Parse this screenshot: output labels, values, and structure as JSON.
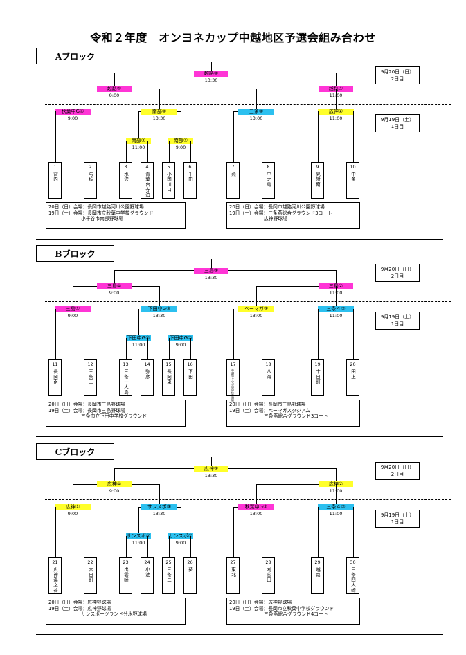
{
  "title": "令和２年度　オンヨネカップ中越地区予選会組み合わせ",
  "blocks": [
    {
      "label": "Aブロック",
      "dates": {
        "day2": {
          "date": "9月20日（日）",
          "round": "2日目"
        },
        "day1": {
          "date": "9月19日（土）",
          "round": "1日目"
        }
      },
      "final": {
        "label": "越路③",
        "time": "13:30"
      },
      "semi": [
        {
          "label": "越路①",
          "time": "9:00"
        },
        {
          "label": "越路②",
          "time": "11:00"
        }
      ],
      "quarter": [
        {
          "label": "秋葉中G①",
          "time": "9:00"
        },
        {
          "label": "南部③",
          "time": "13:30"
        },
        {
          "label": "三条③",
          "time": "13:00"
        },
        {
          "label": "広神②",
          "time": "11:00"
        }
      ],
      "first": [
        {
          "label": "南部②",
          "time": "11:00"
        },
        {
          "label": "南部①",
          "time": "9:00"
        }
      ],
      "teams": [
        {
          "num": "1",
          "name": "宮内"
        },
        {
          "num": "2",
          "name": "与板"
        },
        {
          "num": "3",
          "name": "水沢"
        },
        {
          "num": "4",
          "name": "青葉台寺泊"
        },
        {
          "num": "5",
          "name": "小国川口"
        },
        {
          "num": "6",
          "name": "千田"
        },
        {
          "num": "7",
          "name": "燕"
        },
        {
          "num": "8",
          "name": "中之島"
        },
        {
          "num": "9",
          "name": "見附南"
        },
        {
          "num": "10",
          "name": "中条"
        }
      ],
      "venues": [
        [
          "20日（日）会場：長岡市越路河川公園野球場",
          "19日（土）会場：長岡市立秋葉中学校グラウンド",
          "小千谷市南部野球場"
        ],
        [
          "20日（日）会場：長岡市越路河川公園野球場",
          "19日（土）会場：三条燕総合グラウンド3コート",
          "広神野球場"
        ]
      ]
    },
    {
      "label": "Bブロック",
      "dates": {
        "day2": {
          "date": "9月20日（日）",
          "round": "2日目"
        },
        "day1": {
          "date": "9月19日（土）",
          "round": "1日目"
        }
      },
      "final": {
        "label": "三島③",
        "time": "13:30"
      },
      "semi": [
        {
          "label": "三島①",
          "time": "9:00"
        },
        {
          "label": "三島②",
          "time": "11:00"
        }
      ],
      "quarter": [
        {
          "label": "三島①",
          "time": "9:00"
        },
        {
          "label": "下田中G③",
          "time": "13:30"
        },
        {
          "label": "ベーマガ③",
          "time": "13:00"
        },
        {
          "label": "三条４②",
          "time": "11:00"
        }
      ],
      "first": [
        {
          "label": "下田中G②",
          "time": "11:00"
        },
        {
          "label": "下田中G①",
          "time": "9:00"
        }
      ],
      "teams": [
        {
          "num": "11",
          "name": "長岡南"
        },
        {
          "num": "12",
          "name": "三条三"
        },
        {
          "num": "13",
          "name": "三条一大島"
        },
        {
          "num": "14",
          "name": "弥彦"
        },
        {
          "num": "15",
          "name": "長岡東"
        },
        {
          "num": "16",
          "name": "下田"
        },
        {
          "num": "17",
          "name": "中越浜ヶ小ポの中体育連合",
          "small": true
        },
        {
          "num": "18",
          "name": "八海"
        },
        {
          "num": "19",
          "name": "十日町"
        },
        {
          "num": "20",
          "name": "田上"
        }
      ],
      "venues": [
        [
          "20日（日）会場：長岡市三島野球場",
          "19日（土）会場：長岡市三島野球場",
          "三条市立下田中学校グラウンド"
        ],
        [
          "20日（日）会場：長岡市三島野球場",
          "19日（土）会場：ベーマガスタジアム",
          "三条燕総合グラウンド3コート"
        ]
      ]
    },
    {
      "label": "Cブロック",
      "dates": {
        "day2": {
          "date": "9月20日（日）",
          "round": "2日目"
        },
        "day1": {
          "date": "9月19日（土）",
          "round": "1日目"
        }
      },
      "final": {
        "label": "広神③",
        "time": "13:30"
      },
      "semi": [
        {
          "label": "広神①",
          "time": "9:00"
        },
        {
          "label": "広神②",
          "time": "11:00"
        }
      ],
      "quarter": [
        {
          "label": "広神①",
          "time": "9:00"
        },
        {
          "label": "サンスポ③",
          "time": "13:30"
        },
        {
          "label": "秋葉中G②",
          "time": "13:00"
        },
        {
          "label": "三条４②",
          "time": "11:00"
        }
      ],
      "first": [
        {
          "label": "サンスポ②",
          "time": "11:00"
        },
        {
          "label": "サンスポ①",
          "time": "9:00"
        }
      ],
      "teams": [
        {
          "num": "21",
          "name": "広神湯之谷"
        },
        {
          "num": "22",
          "name": "六日町"
        },
        {
          "num": "23",
          "name": "出雲崎"
        },
        {
          "num": "24",
          "name": "小池"
        },
        {
          "num": "25",
          "name": "三条二"
        },
        {
          "num": "26",
          "name": "葵"
        },
        {
          "num": "27",
          "name": "東北"
        },
        {
          "num": "28",
          "name": "刈谷田"
        },
        {
          "num": "29",
          "name": "越路"
        },
        {
          "num": "30",
          "name": "三条四大崎"
        }
      ],
      "venues": [
        [
          "20日（日）会場：広神野球場",
          "19日（土）会場：広神野球場",
          "サンスポーツランド分水野球場"
        ],
        [
          "20日（日）会場：広神野球場",
          "19日（土）会場：長岡市立秋葉中学校グラウンド",
          "三条燕総合グラウンド4コート"
        ]
      ]
    }
  ],
  "colors": {
    "pink": "#ff35d6",
    "yellow": "#ffff2a",
    "blue": "#2cc0ef"
  },
  "label_colors": [
    {
      "final": "pink",
      "semi": [
        "pink",
        "pink"
      ],
      "quarter": [
        "pink",
        "yellow",
        "blue",
        "yellow"
      ],
      "first": [
        "yellow",
        "yellow"
      ]
    },
    {
      "final": "pink",
      "semi": [
        "pink",
        "pink"
      ],
      "quarter": [
        "pink",
        "blue",
        "yellow",
        "blue"
      ],
      "first": [
        "blue",
        "blue"
      ]
    },
    {
      "final": "yellow",
      "semi": [
        "yellow",
        "yellow"
      ],
      "quarter": [
        "yellow",
        "blue",
        "pink",
        "blue"
      ],
      "first": [
        "blue",
        "blue"
      ]
    }
  ]
}
